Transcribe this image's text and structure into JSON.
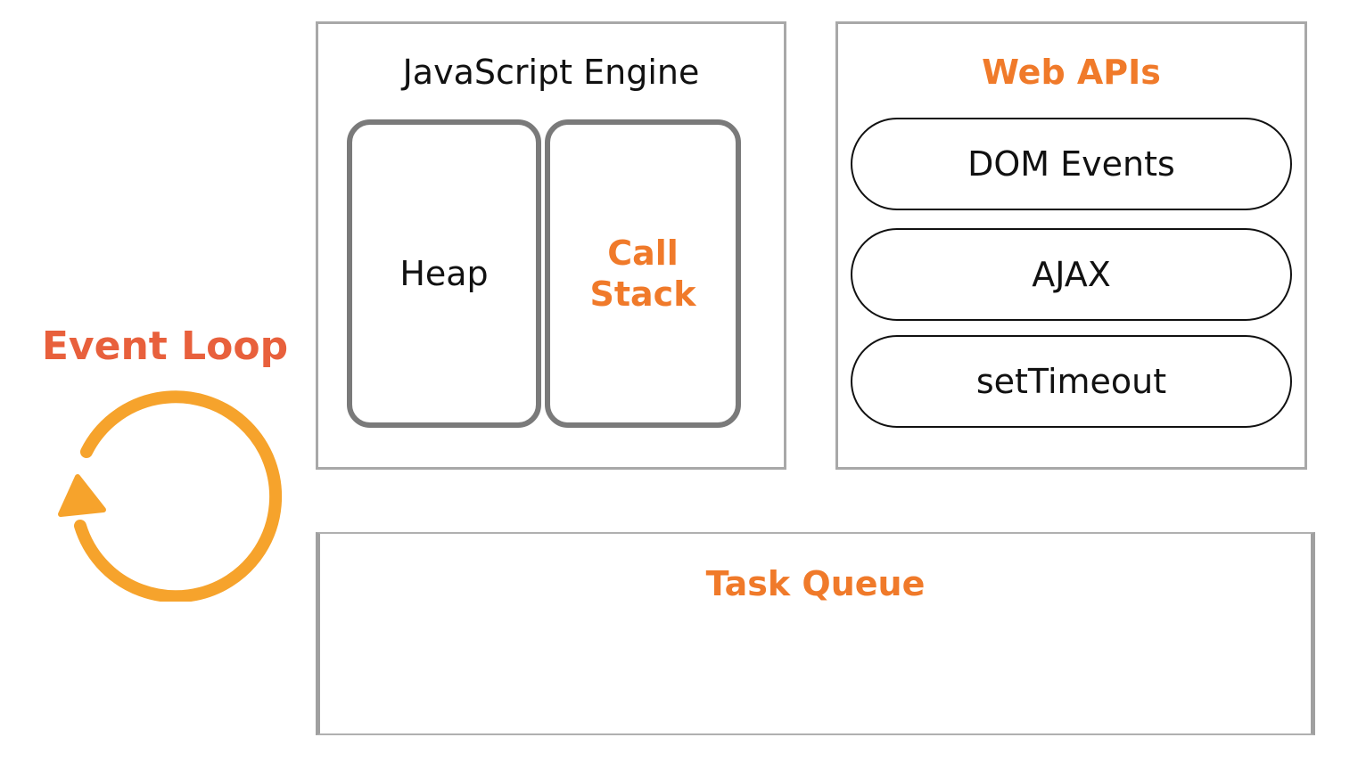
{
  "engine": {
    "title": "JavaScript Engine",
    "heap_label": "Heap",
    "call_stack_label_line1": "Call",
    "call_stack_label_line2": "Stack"
  },
  "web_apis": {
    "title": "Web APIs",
    "items": [
      "DOM Events",
      "AJAX",
      "setTimeout"
    ]
  },
  "task_queue": {
    "title": "Task Queue"
  },
  "event_loop": {
    "label": "Event Loop",
    "icon": "circular-arrow-icon"
  },
  "colors": {
    "accent_orange": "#f07a2a",
    "event_loop_red": "#e8603c",
    "loop_arrow": "#f6a32c",
    "box_border": "#a8a8a8",
    "inner_border": "#7a7a7a"
  }
}
